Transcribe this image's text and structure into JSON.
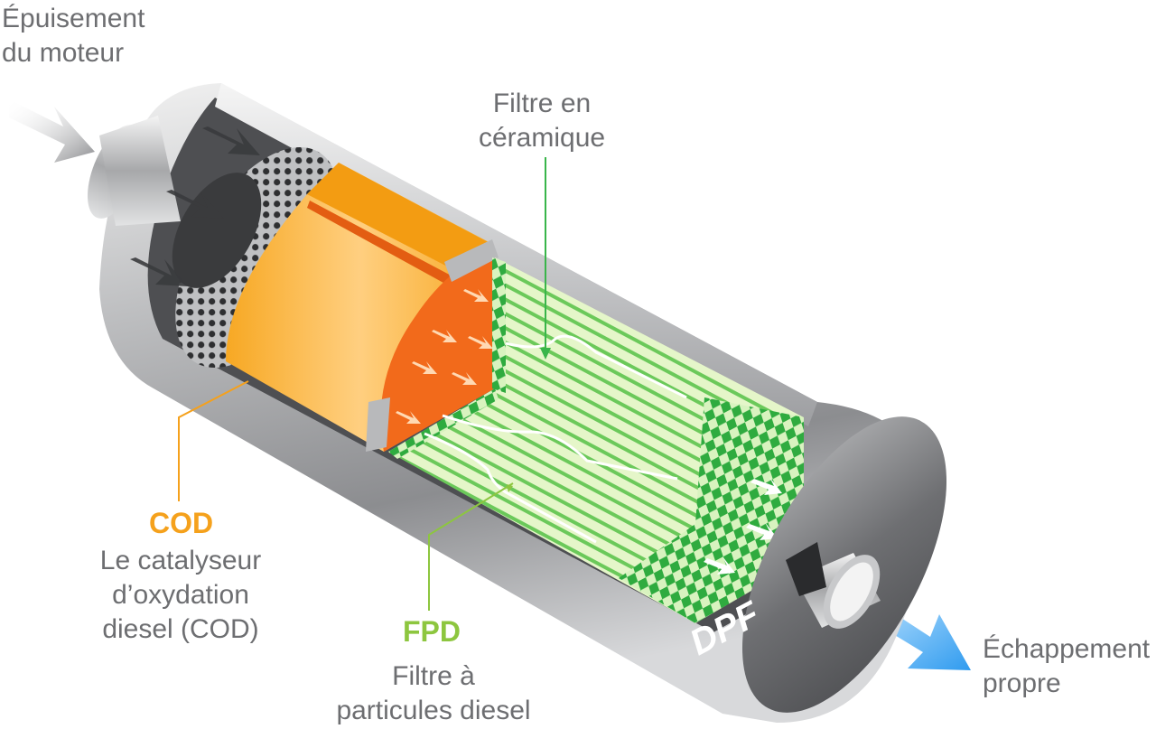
{
  "labels": {
    "inlet_line1": "Épuisement",
    "inlet_line2": "du moteur",
    "ceramic_line1": "Filtre en",
    "ceramic_line2": "céramique",
    "cod_title": "COD",
    "cod_desc_line1": "Le catalyseur",
    "cod_desc_line2": "d’oxydation",
    "cod_desc_line3": "diesel (COD)",
    "fpd_title": "FPD",
    "fpd_desc_line1": "Filtre à",
    "fpd_desc_line2": "particules diesel",
    "outlet_line1": "Échappement",
    "outlet_line2": "propre",
    "dpf_mark": "DPF"
  },
  "colors": {
    "cod_accent": "#f5a11c",
    "fpd_accent": "#8dc63f",
    "ceramic_leader": "#39b54a",
    "label_gray": "#6d6e71",
    "outlet_arrow": "#3fa9f5"
  }
}
